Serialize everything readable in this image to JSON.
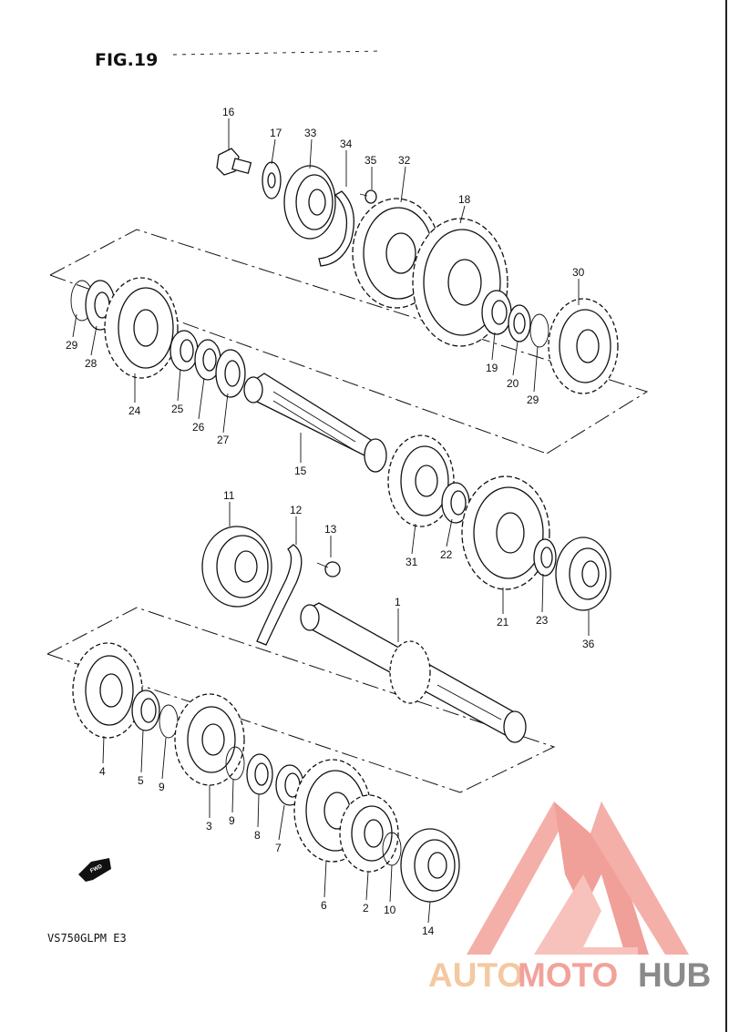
{
  "figure": {
    "title": "FIG.19",
    "model_code": "VS750GLPM E3",
    "fwd_label": "FWD"
  },
  "callouts": [
    "1",
    "2",
    "3",
    "4",
    "5",
    "6",
    "7",
    "8",
    "9",
    "9",
    "10",
    "11",
    "12",
    "13",
    "14",
    "15",
    "16",
    "17",
    "18",
    "19",
    "20",
    "21",
    "22",
    "23",
    "24",
    "25",
    "26",
    "27",
    "28",
    "29",
    "29",
    "30",
    "31",
    "32",
    "33",
    "34",
    "35",
    "36"
  ],
  "watermark": {
    "part1": "AUTO",
    "part2": "MOTO",
    "part3": "HUB",
    "colors": {
      "auto": "#f4c8a0",
      "moto": "#f2a29a",
      "hub": "#8a8a8a",
      "logo": "#ef7f7a"
    }
  }
}
